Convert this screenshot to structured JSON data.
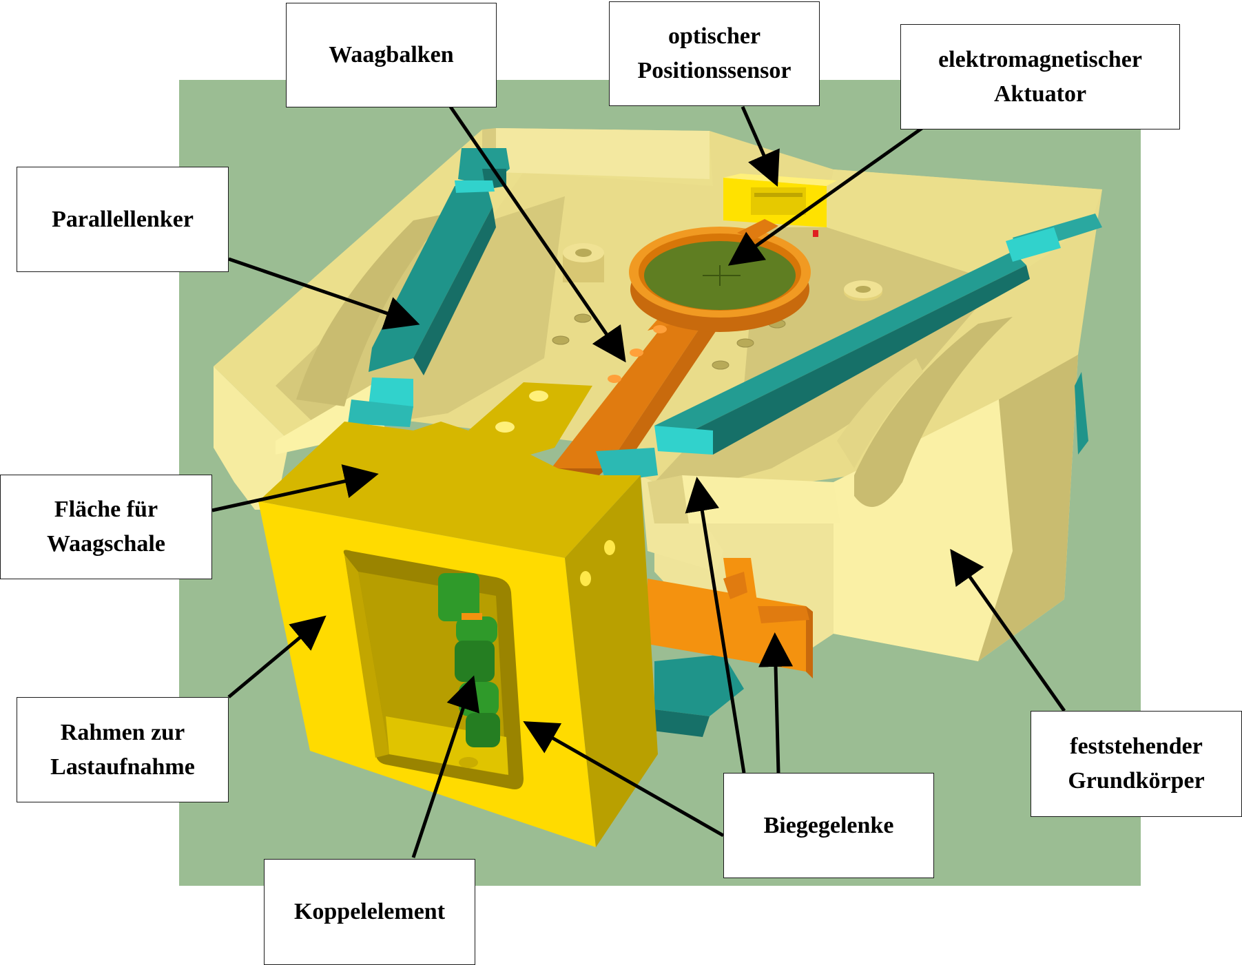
{
  "colors": {
    "background": "#9bbd93",
    "base_light": "#fbf2a6",
    "base_mid": "#e9dc8a",
    "base_dark": "#c2b56a",
    "parallel_link": "#1f948a",
    "parallel_link_light": "#31d2cc",
    "beam": "#e07b10",
    "beam_light": "#f4920f",
    "frame": "#ffdb00",
    "frame_top": "#d6b700",
    "frame_side": "#b9a000",
    "coupling": "#2f9a2a",
    "coil": "#5f7e22",
    "sensor": "#ffe200",
    "arrow": "#000000"
  },
  "labels": {
    "waagbalken": [
      "Waagbalken"
    ],
    "optischer_positionssensor": [
      "optischer",
      "Positionssensor"
    ],
    "elektromagnetischer_aktuator": [
      "elektromagnetischer",
      "Aktuator"
    ],
    "parallellenker": [
      "Parallellenker"
    ],
    "flaeche_fuer_waagschale": [
      "Fläche für",
      "Waagschale"
    ],
    "rahmen_zur_lastaufnahme": [
      "Rahmen zur",
      "Lastaufnahme"
    ],
    "koppelelement": [
      "Koppelelement"
    ],
    "biegegelenke": [
      "Biegegelenke"
    ],
    "feststehender_grundkoerper": [
      "feststehender",
      "Grundkörper"
    ]
  }
}
